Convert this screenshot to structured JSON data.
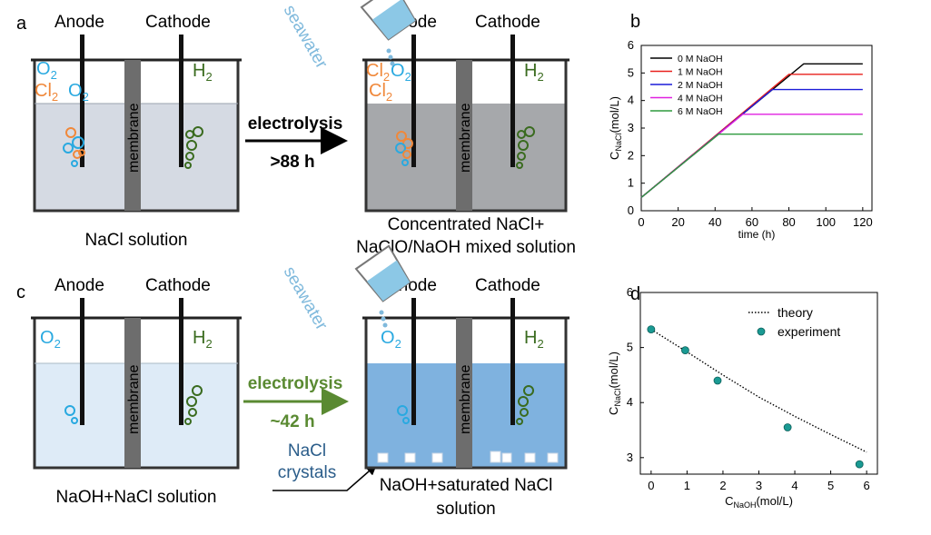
{
  "panels": {
    "a": "a",
    "b": "b",
    "c": "c",
    "d": "d"
  },
  "cell": {
    "anode": "Anode",
    "cathode": "Cathode",
    "membrane": "membrane",
    "seawater": "seawater",
    "o2_base": "O",
    "o2_sub": "2",
    "cl2_base": "Cl",
    "cl2_sub": "2",
    "h2_base": "H",
    "h2_sub": "2"
  },
  "panel_a": {
    "caption_left": "NaCl solution",
    "arrow_top": "electrolysis",
    "arrow_bottom": ">88 h",
    "caption_right_1": "Concentrated NaCl+",
    "caption_right_2": "NaClO/NaOH mixed solution"
  },
  "panel_c": {
    "caption_left": "NaOH+NaCl solution",
    "arrow_top": "electrolysis",
    "arrow_bottom": "~42 h",
    "crystals_1": "NaCl",
    "crystals_2": "crystals",
    "caption_right_1": "NaOH+saturated NaCl",
    "caption_right_2": "solution"
  },
  "colors": {
    "o2": "#29a9e0",
    "cl2": "#f0883a",
    "h2": "#3a6b1f",
    "solution_a_left": "#d5dae3",
    "solution_a_right": "#a6a8ab",
    "solution_c_left": "#deebf7",
    "solution_c_right": "#7fb2df",
    "membrane": "#6d6d6d",
    "arrow_c": "#5a8a32",
    "crystal_text": "#2b5d8a",
    "seawater_text": "#7fb9dc"
  },
  "chart_b": {
    "chart_data": {
      "type": "line",
      "title": "",
      "xlabel": "time (h)",
      "ylabel_base": "C",
      "ylabel_sub": "NaCl",
      "ylabel_unit": "(mol/L)",
      "xlim": [
        0,
        125
      ],
      "ylim": [
        0,
        6
      ],
      "xticks": [
        0,
        20,
        40,
        60,
        80,
        100,
        120
      ],
      "yticks": [
        0,
        1,
        2,
        3,
        4,
        5,
        6
      ],
      "legend_position": "top-left",
      "series": [
        {
          "name": "0 M NaOH",
          "color": "#000000",
          "x": [
            0,
            88,
            120
          ],
          "y": [
            0.48,
            5.33,
            5.33
          ]
        },
        {
          "name": "1 M NaOH",
          "color": "#e8201c",
          "x": [
            0,
            80,
            120
          ],
          "y": [
            0.48,
            4.95,
            4.95
          ]
        },
        {
          "name": "2 M NaOH",
          "color": "#1c1cd9",
          "x": [
            0,
            71,
            120
          ],
          "y": [
            0.48,
            4.4,
            4.4
          ]
        },
        {
          "name": "4 M NaOH",
          "color": "#e020e0",
          "x": [
            0,
            55,
            120
          ],
          "y": [
            0.48,
            3.5,
            3.5
          ]
        },
        {
          "name": "6 M NaOH",
          "color": "#2e9a3e",
          "x": [
            0,
            42,
            120
          ],
          "y": [
            0.48,
            2.78,
            2.78
          ]
        }
      ]
    }
  },
  "chart_d": {
    "chart_data": {
      "type": "scatter",
      "title": "",
      "xlabel_base": "C",
      "xlabel_sub": "NaOH",
      "xlabel_unit": "(mol/L)",
      "ylabel_base": "C",
      "ylabel_sub": "NaCl",
      "ylabel_unit": "(mol/L)",
      "xlim": [
        -0.3,
        6.3
      ],
      "ylim": [
        2.7,
        6
      ],
      "xticks": [
        0,
        1,
        2,
        3,
        4,
        5,
        6
      ],
      "yticks": [
        3,
        4,
        5,
        6
      ],
      "legend_position": "top-right",
      "series": [
        {
          "name": "theory",
          "style": "dotted-line",
          "color": "#000000",
          "x": [
            0,
            1,
            2,
            3,
            4,
            5,
            6
          ],
          "y": [
            5.33,
            4.92,
            4.5,
            4.1,
            3.75,
            3.42,
            3.1
          ]
        },
        {
          "name": "experiment",
          "style": "points",
          "color": "#1a9a93",
          "x": [
            0,
            0.95,
            1.85,
            3.8,
            5.8
          ],
          "y": [
            5.33,
            4.95,
            4.4,
            3.55,
            2.88
          ]
        }
      ]
    }
  }
}
